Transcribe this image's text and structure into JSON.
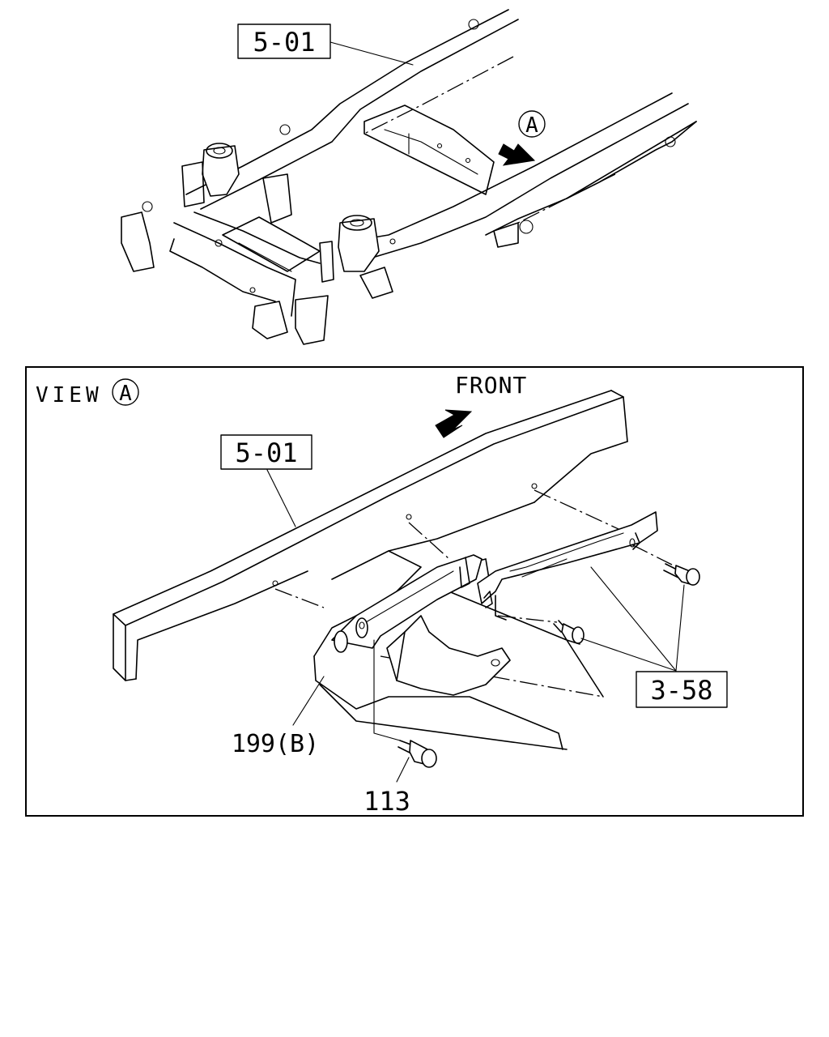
{
  "callouts": {
    "top_frame_ref": "5-01",
    "top_view_marker": "A",
    "view_title_word": "VIEW",
    "view_title_marker": "A",
    "front_label": "FRONT",
    "frame_ref": "5-01",
    "bolt_ref": "3-58",
    "bracket_ref": "199(B)",
    "bottom_bolt_ref": "113"
  }
}
